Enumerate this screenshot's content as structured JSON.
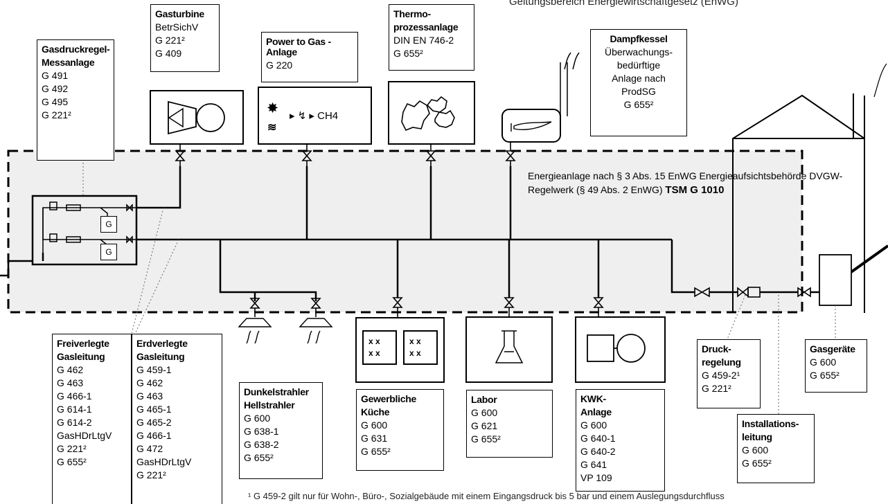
{
  "header": {
    "text": "Geltungsbereich Energiewirtschaftgesetz (EnWG)"
  },
  "energy_area": {
    "line1": "Energieanlage nach § 3 Abs. 15 EnWG",
    "line2": "Energieaufsichtsbehörde",
    "line3": "DVGW-Regelwerk (§ 49 Abs. 2 EnWG)",
    "line4": "TSM  G 1010"
  },
  "boxes": {
    "gasdruck": {
      "title1": "Gasdruckregel-",
      "title2": "Messanlage",
      "items": [
        "G 491",
        "G 492",
        "G 495",
        "G 221²"
      ]
    },
    "gasturbine": {
      "title": "Gasturbine",
      "items": [
        "BetrSichV",
        "G 221²",
        "G 409"
      ]
    },
    "ptg": {
      "title1": "Power to Gas -",
      "title2": "Anlage",
      "items": [
        "G 220"
      ]
    },
    "thermo": {
      "title1": "Thermo-",
      "title2": "prozessanlage",
      "items": [
        "DIN EN 746-2",
        "G 655²"
      ]
    },
    "dampf": {
      "title": "Dampfkessel",
      "items": [
        "Überwachungs-",
        "bedürftige",
        "Anlage nach",
        "ProdSG",
        "G 655²"
      ]
    },
    "frei": {
      "title1": "Freiverlegte",
      "title2": "Gasleitung",
      "items": [
        "G 462",
        "G 463",
        "G 466-1",
        "G 614-1",
        "G 614-2",
        "GasHDrLtgV",
        "G 221²",
        "G 655²"
      ]
    },
    "erd": {
      "title1": "Erdverlegte",
      "title2": "Gasleitung",
      "items": [
        "G 459-1",
        "G 462",
        "G 463",
        "G 465-1",
        "G 465-2",
        "G 466-1",
        "G 472",
        "GasHDrLtgV",
        "G 221²"
      ]
    },
    "dunkel": {
      "title1": "Dunkelstrahler",
      "title2": "Hellstrahler",
      "items": [
        "G 600",
        "G 638-1",
        "G 638-2",
        "G 655²"
      ]
    },
    "kueche": {
      "title1": "Gewerbliche",
      "title2": "Küche",
      "items": [
        "G 600",
        "G 631",
        "G 655²"
      ]
    },
    "labor": {
      "title": "Labor",
      "items": [
        "G 600",
        "G 621",
        "G 655²"
      ]
    },
    "kwk": {
      "title1": "KWK-",
      "title2": "Anlage",
      "items": [
        "G 600",
        "G 640-1",
        "G 640-2",
        "G 641",
        "VP 109"
      ]
    },
    "druck": {
      "title1": "Druck-",
      "title2": "regelung",
      "items": [
        "G 459-2¹",
        "G 221²"
      ]
    },
    "gasgeraete": {
      "title": "Gasgeräte",
      "items": [
        "G 600",
        "G 655²"
      ]
    },
    "install": {
      "title1": "Installations-",
      "title2": "leitung",
      "items": [
        "G 600",
        "G 655²"
      ]
    }
  },
  "symbols": {
    "g_label": "G",
    "ch4": "▸ ↯ ▸ CH4",
    "xx": "x x"
  },
  "footnote": {
    "text": "¹ G 459-2 gilt nur für Wohn-, Büro-, Sozialgebäude mit einem Eingangsdruck bis 5 bar und einem Auslegungsdurchfluss"
  }
}
